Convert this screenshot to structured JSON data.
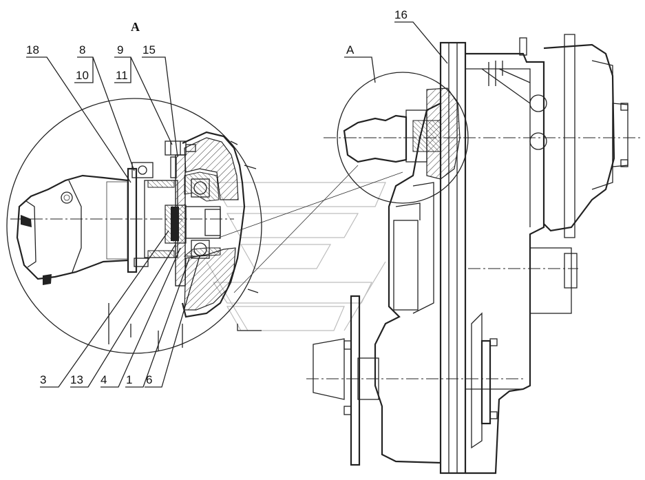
{
  "view_title": "A",
  "main_view_marker": "A",
  "callouts": {
    "c18": "18",
    "c8": "8",
    "c10": "10",
    "c9": "9",
    "c11": "11",
    "c15": "15",
    "c3": "3",
    "c13": "13",
    "c4": "4",
    "c1": "1",
    "c6": "6",
    "c16": "16"
  }
}
